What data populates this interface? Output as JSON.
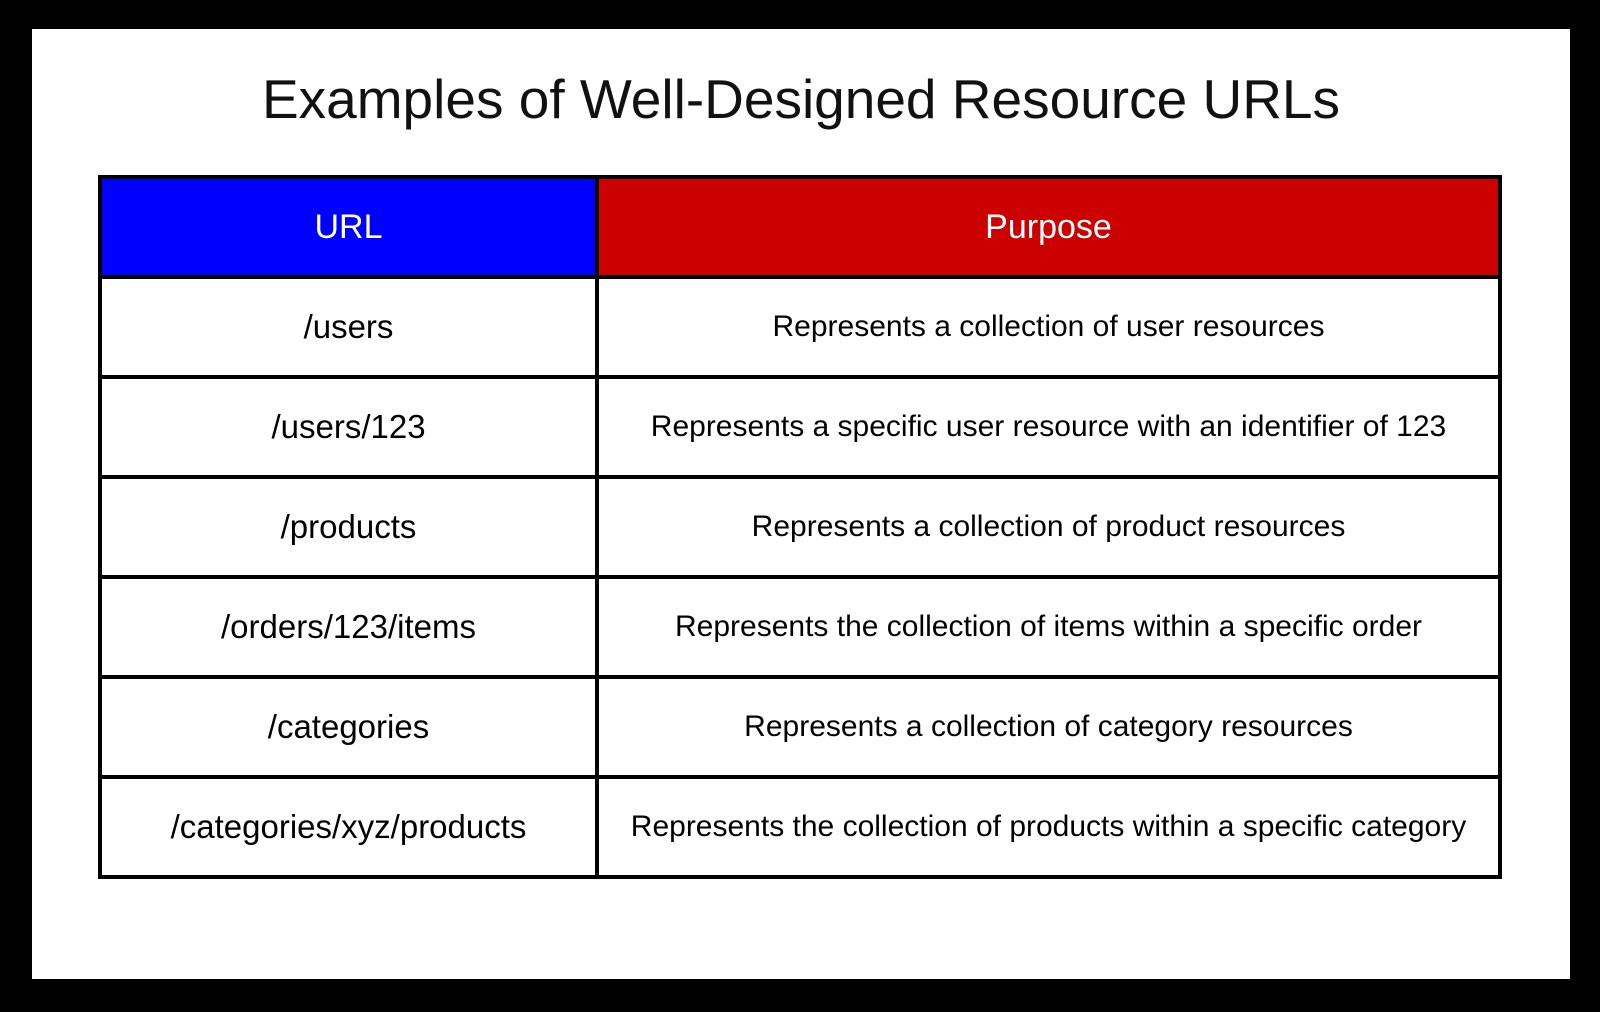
{
  "page": {
    "title": "Examples of Well-Designed Resource URLs"
  },
  "table": {
    "columns": [
      {
        "label": "URL",
        "color": "#0000ff"
      },
      {
        "label": "Purpose",
        "color": "#cc0000"
      }
    ],
    "header_text_color": "#ffffff",
    "border_color": "#000000",
    "rows": [
      {
        "url": "/users",
        "purpose": "Represents a collection of user resources"
      },
      {
        "url": "/users/123",
        "purpose": "Represents a specific user resource with an identifier of 123"
      },
      {
        "url": "/products",
        "purpose": "Represents a collection of product resources"
      },
      {
        "url": "/orders/123/items",
        "purpose": "Represents the collection of items within a specific order"
      },
      {
        "url": "/categories",
        "purpose": "Represents a collection of category resources"
      },
      {
        "url": "/categories/xyz/products",
        "purpose": "Represents the collection of products within a specific category"
      }
    ]
  }
}
